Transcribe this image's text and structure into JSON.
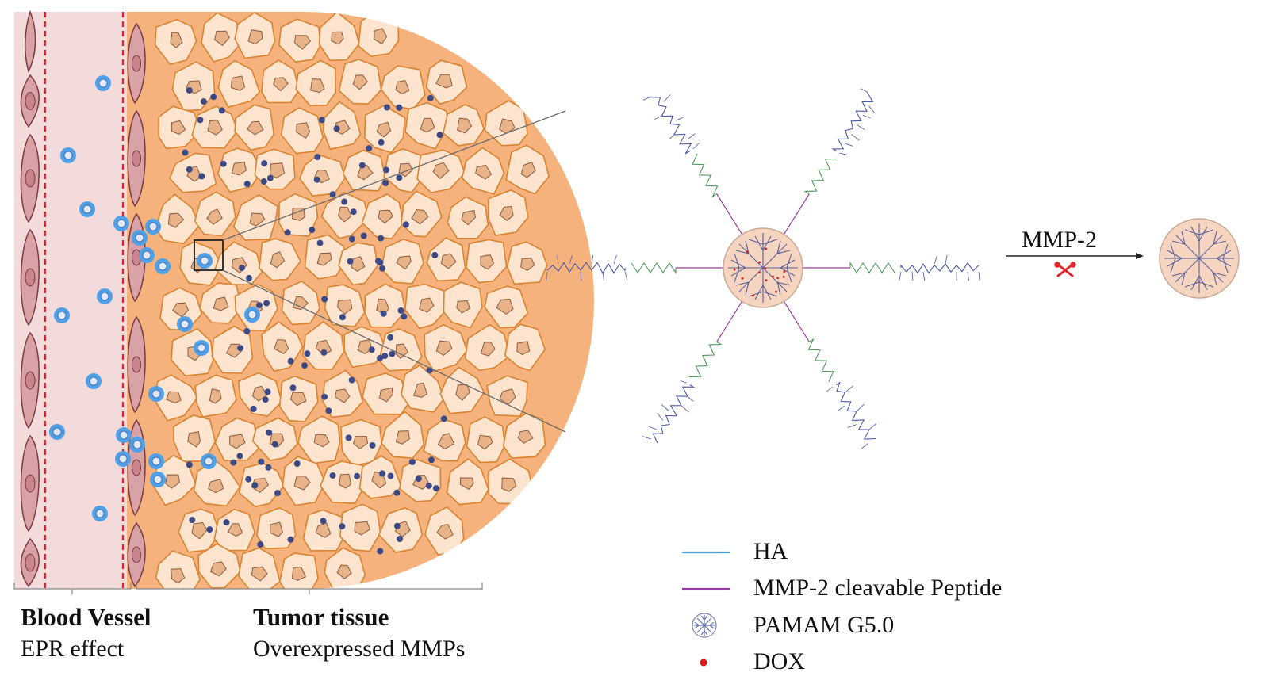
{
  "colors": {
    "vessel_bg": "#f3dadb",
    "vessel_cell_fill": "#d9a2a6",
    "vessel_cell_stroke": "#7a3a3f",
    "epr_dash": "#e0252a",
    "tumor_bg": "#f6b27c",
    "tumor_cell_fill": "#fde4cf",
    "tumor_cell_stroke": "#d9832f",
    "nucleus_fill": "#e9b389",
    "drug_dot": "#3b4a86",
    "nanoparticle": "#4ea1e8",
    "ha_line": "#3aa2e0",
    "peptide_line": "#9b3aa2",
    "pamam_fill": "#f5d5c0",
    "dox": "#e01818"
  },
  "sections": {
    "blood_vessel": {
      "title": "Blood Vessel",
      "subtitle": "EPR effect"
    },
    "tumor": {
      "title": "Tumor tissue",
      "subtitle": "Overexpressed MMPs"
    }
  },
  "reaction": {
    "enzyme_label": "MMP-2"
  },
  "legend": [
    {
      "icon": "line-ha",
      "label": "HA"
    },
    {
      "icon": "line-peptide",
      "label": "MMP-2 cleavable Peptide"
    },
    {
      "icon": "pamam-icon",
      "label": "PAMAM G5.0"
    },
    {
      "icon": "dox-dot",
      "label": "DOX"
    }
  ]
}
